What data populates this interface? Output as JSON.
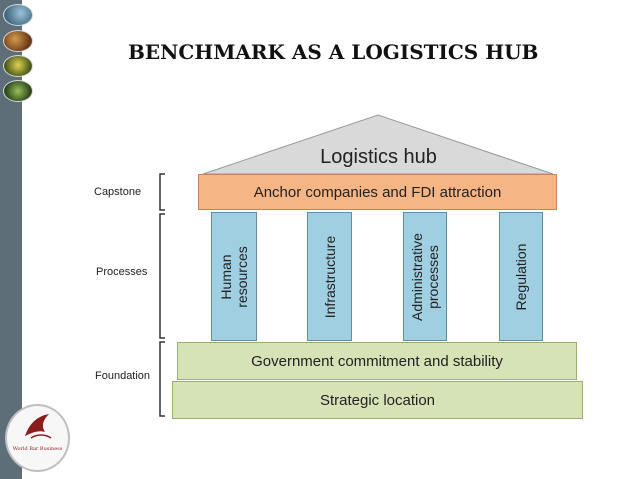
{
  "slide": {
    "title": "BENCHMARK AS A LOGISTICS HUB"
  },
  "diagram": {
    "roof_label": "Logistics hub",
    "capstone": "Anchor companies and FDI attraction",
    "pillars": [
      {
        "label": "Human\nresources"
      },
      {
        "label": "Infrastructure"
      },
      {
        "label": "Administrative\nprocesses"
      },
      {
        "label": "Regulation"
      }
    ],
    "foundation_top": "Government commitment and stability",
    "foundation_bottom": "Strategic location",
    "levels": {
      "capstone": "Capstone",
      "processes": "Processes",
      "foundation": "Foundation"
    },
    "colors": {
      "roof": "#d9d9d9",
      "capstone": "#f6b584",
      "pillar": "#9fcfe0",
      "foundation": "#d5e3b7"
    }
  },
  "logo": {
    "text": "World Bar Business"
  }
}
